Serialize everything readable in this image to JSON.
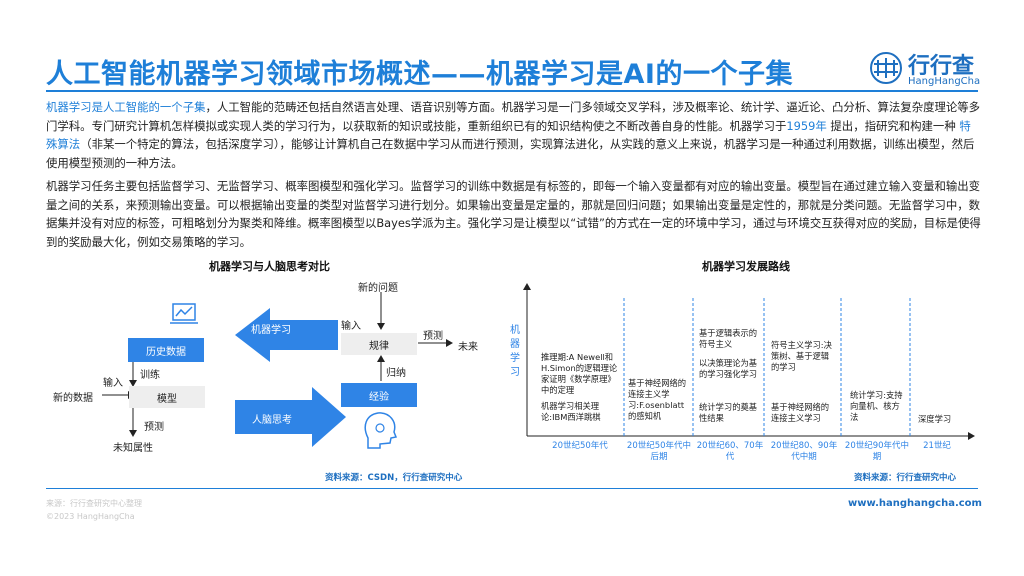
{
  "header": {
    "title": "人工智能机器学习领域市场概述——机器学习是AI的一个子集",
    "logo_text": "行行查",
    "logo_sub": "HangHangCha"
  },
  "paragraph1": {
    "s1_hl": "机器学习是人工智能的一个子集",
    "s1_rest": "，人工智能的范畴还包括自然语言处理、语音识别等方面。机器学习是一门多领域交叉学科，涉及概率论、统计学、逼近论、凸分析、算法复杂度理论等多门学科。专门研究计算机怎样模拟或实现人类的学习行为，以获取新的知识或技能，重新组织已有的知识结构使之不断改善自身的性能。机器学习于",
    "year_hl": "1959年",
    "s2": " 提出，指研究和构建一种 ",
    "algo_hl": "特殊算法",
    "s3": "（非某一个特定的算法，包括深度学习），能够让计算机自己在数据中学习从而进行预测，实现算法进化，从实践的意义上来说，机器学习是一种通过利用数据，训练出模型，然后使用模型预测的一种方法。"
  },
  "paragraph2": "机器学习任务主要包括监督学习、无监督学习、概率图模型和强化学习。监督学习的训练中数据是有标签的，即每一个输入变量都有对应的输出变量。模型旨在通过建立输入变量和输出变量之间的关系，来预测输出变量。可以根据输出变量的类型对监督学习进行划分。如果输出变量是定量的，那就是回归问题；如果输出变量是定性的，那就是分类问题。无监督学习中，数据集并没有对应的标签，可粗略划分为聚类和降维。概率图模型以Bayes学派为主。强化学习是让模型以“试错”的方式在一定的环境中学习，通过与环境交互获得对应的奖励，目标是使得到的奖励最大化，例如交易策略的学习。",
  "compare": {
    "title": "机器学习与人脑思考对比",
    "history_data": "历史数据",
    "train": "训练",
    "input_left": "输入",
    "new_data": "新的数据",
    "model": "模型",
    "predict_left": "预测",
    "unknown_attr": "未知属性",
    "machine_learning": "机器学习",
    "human_thinking": "人脑思考",
    "new_problem": "新的问题",
    "input_right": "输入",
    "rule": "规律",
    "predict_right": "预测",
    "future": "未来",
    "induce": "归纳",
    "experience": "经验",
    "source": "资料来源：CSDN，行行查研究中心"
  },
  "roadmap": {
    "title": "机器学习发展路线",
    "vertical_label": "机器学习",
    "columns": [
      {
        "top": "推理期:A Newell和H.Simon的逻辑理论家证明《数学原理》中的定理",
        "bottom": "机器学习相关理论:IBM西洋跳棋",
        "era": "20世纪50年代"
      },
      {
        "top": "",
        "bottom": "基于神经网络的连接主义学习:F.osenblatt的感知机",
        "era": "20世纪50年代中后期"
      },
      {
        "top": "基于逻辑表示的符号主义",
        "mid": "以决策理论为基的学习强化学习",
        "bottom": "统计学习的奠基性结果",
        "era": "20世纪60、70年代"
      },
      {
        "top": "符号主义学习:决策树、基于逻辑的学习",
        "bottom": "基于神经网络的连接主义学习",
        "era": "20世纪80、90年代中期"
      },
      {
        "top": "",
        "bottom": "统计学习:支持向量机、核方法",
        "era": "20世纪90年代中期"
      },
      {
        "top": "",
        "bottom": "深度学习",
        "era": "21世纪"
      }
    ],
    "source": "资料来源：行行查研究中心"
  },
  "footer": {
    "line1": "来源：行行查研究中心整理",
    "line2": "©2023 HangHangCha",
    "website": "www.hanghangcha.com"
  },
  "colors": {
    "accent": "#1e7fd8",
    "box_blue": "#2f84e6",
    "box_grey": "#eeeeee"
  }
}
